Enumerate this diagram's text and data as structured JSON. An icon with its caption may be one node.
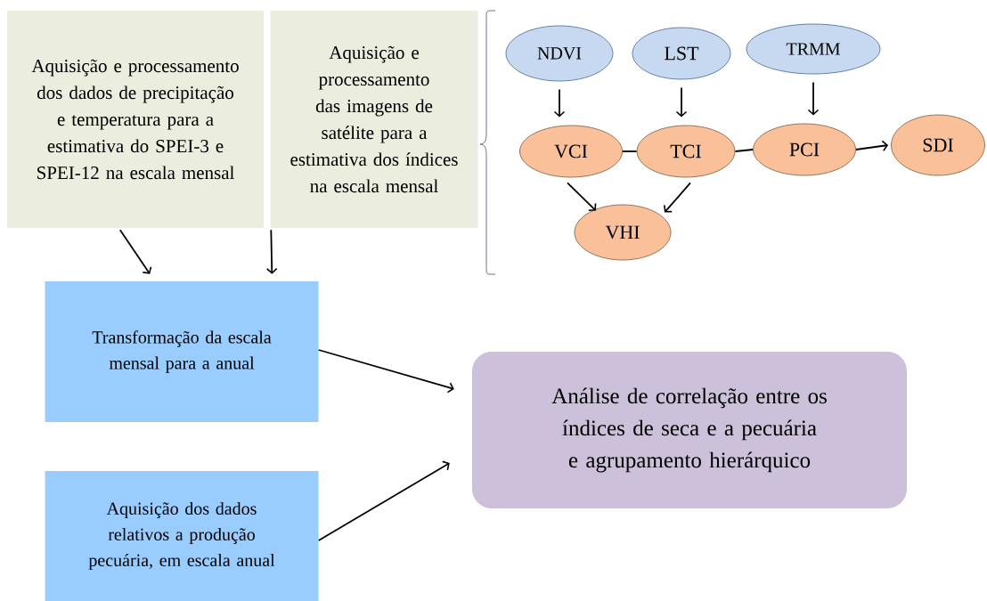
{
  "diagram": {
    "nodes": [
      {
        "text": [
          "Aquisição e processamento dos dados de precipitação e temperatura para a estimativa do SPEI-3 e SPEI-12 na escala mensal"
        ]
      },
      {
        "text": [
          "Aquisição e processamento das imagens de satélite para a estimativa dos índices na escala mensal"
        ]
      },
      {
        "text": [
          "NDVI"
        ]
      },
      {
        "text": [
          "LST"
        ]
      },
      {
        "text": [
          "TRMM"
        ]
      },
      {
        "text": [
          "VCI"
        ]
      },
      {
        "text": [
          "TCI"
        ]
      },
      {
        "text": [
          "PCI"
        ]
      },
      {
        "text": [
          "SDI"
        ]
      },
      {
        "text": [
          "VHI"
        ]
      },
      {
        "text": [
          "Transformação da escala mensal para a anual"
        ]
      },
      {
        "text": [
          "Aquisição dos dados relativos a produção pecuária, em escala anual"
        ]
      },
      {
        "text": [
          "Análise de correlação entre os índices de seca e a pecuária e agrupamento hierárquico"
        ]
      }
    ],
    "edges": [
      {
        "from": 0,
        "to": 10,
        "arrow": "to"
      },
      {
        "from": 1,
        "to": 10,
        "arrow": "to"
      },
      {
        "from": 2,
        "to": 5,
        "arrow": "to"
      },
      {
        "from": 3,
        "to": 6,
        "arrow": "to"
      },
      {
        "from": 4,
        "to": 7,
        "arrow": "to"
      },
      {
        "from": 5,
        "to": 6,
        "arrow": "none"
      },
      {
        "from": 6,
        "to": 7,
        "arrow": "none"
      },
      {
        "from": 7,
        "to": 8,
        "arrow": "to"
      },
      {
        "from": 5,
        "to": 9,
        "arrow": "to"
      },
      {
        "from": 6,
        "to": 9,
        "arrow": "to"
      },
      {
        "from": 10,
        "to": 12,
        "arrow": "to"
      },
      {
        "from": 11,
        "to": 12,
        "arrow": "to"
      }
    ]
  }
}
